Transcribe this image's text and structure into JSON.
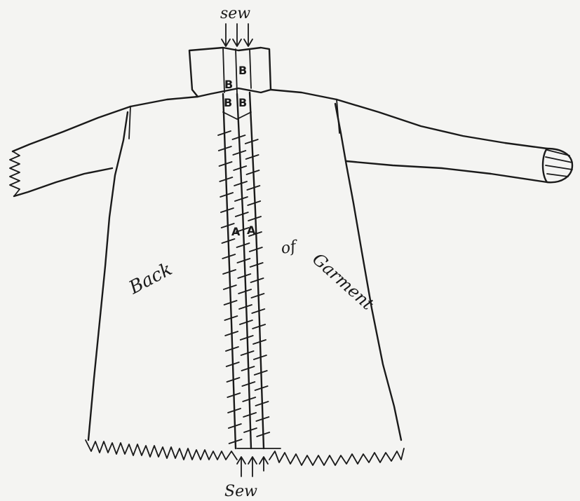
{
  "labels": {
    "sew_top": "sew",
    "sew_bottom": "Sew",
    "back": "Back",
    "of": "of",
    "garment": "Garment"
  },
  "piece_letters": {
    "collar_right": "B",
    "collar_left": "B",
    "yoke_left": "B",
    "yoke_right": "B",
    "panel_left": "A",
    "panel_right": "A"
  }
}
